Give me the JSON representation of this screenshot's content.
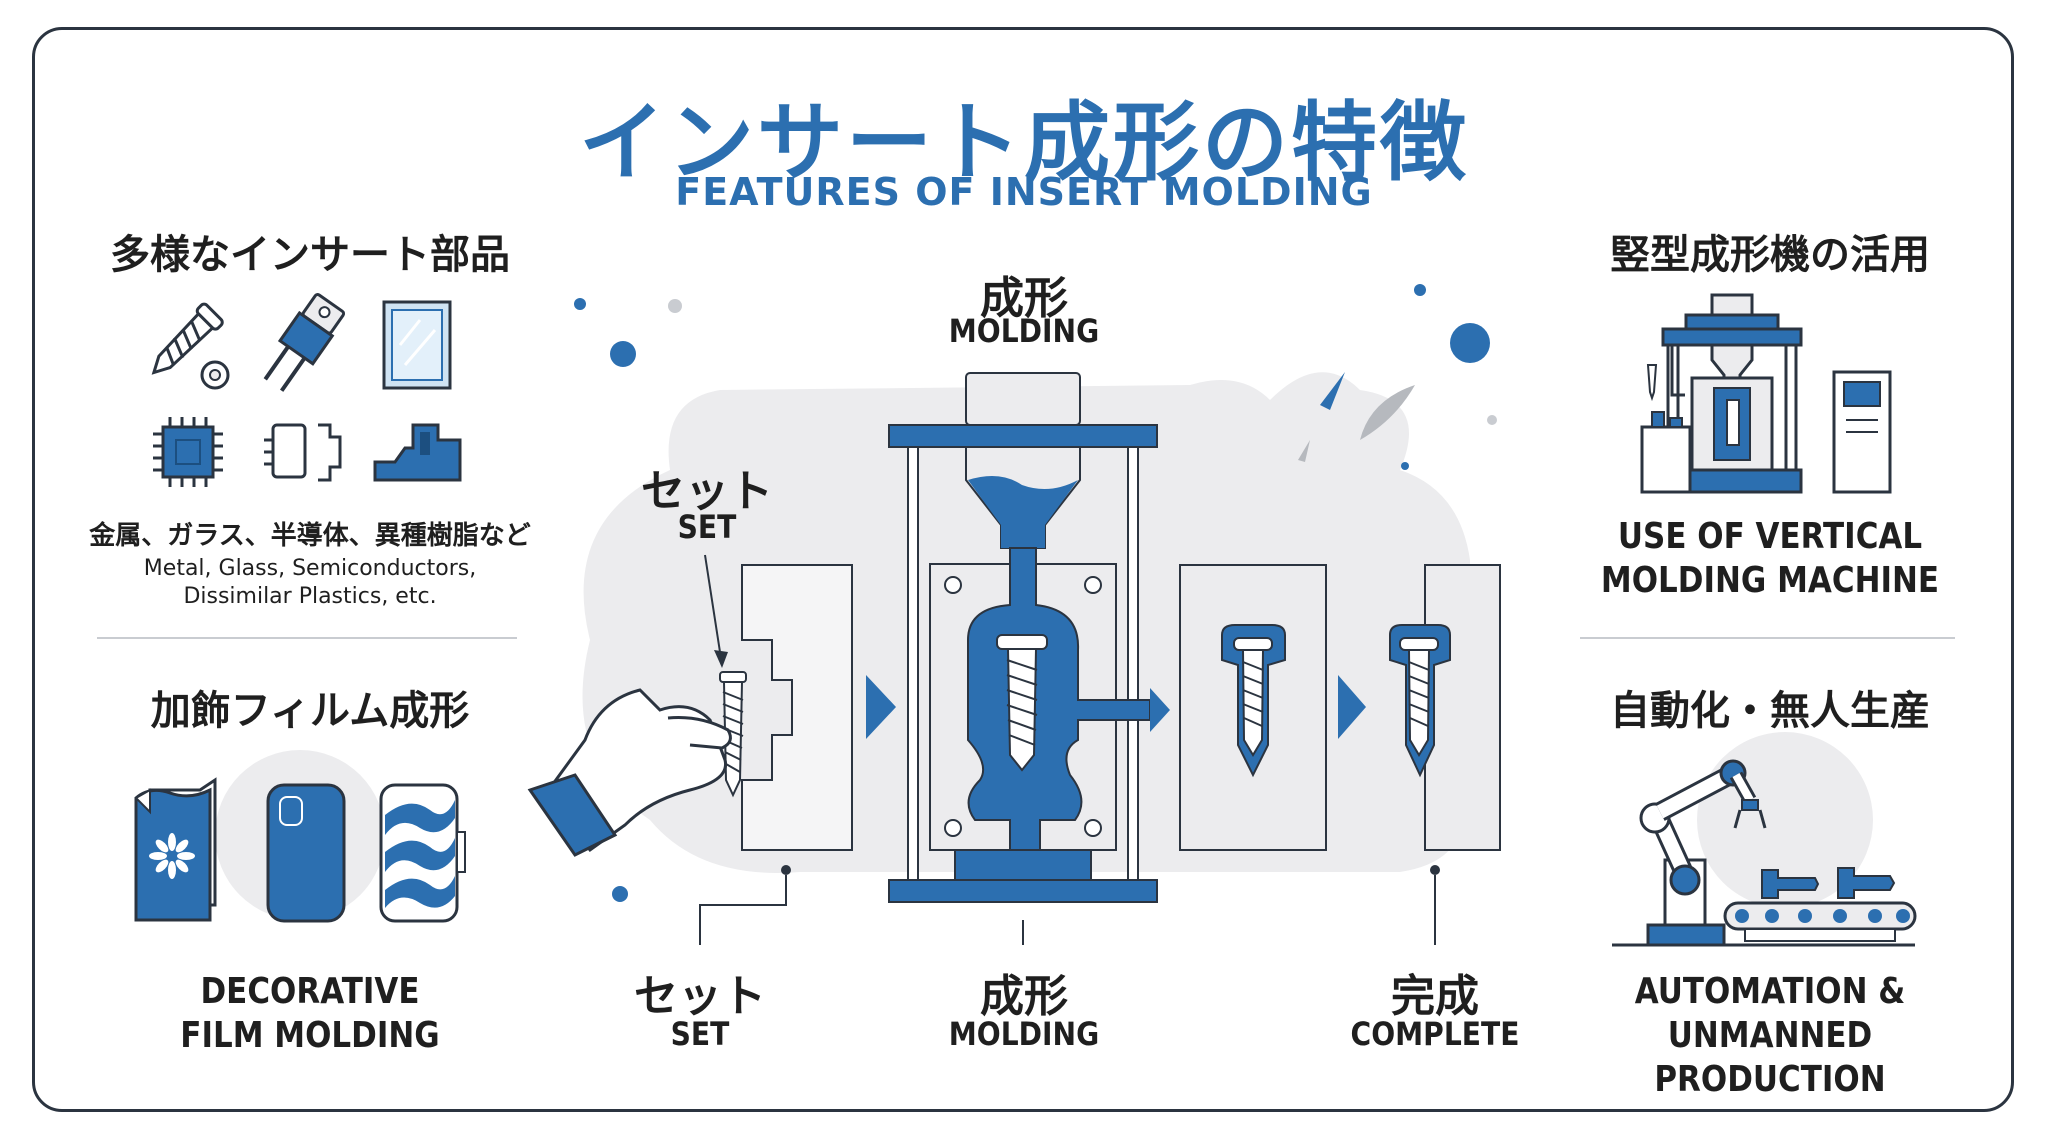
{
  "title": {
    "jp": "インサート成形の特徴",
    "en": "FEATURES OF INSERT MOLDING"
  },
  "left": {
    "parts": {
      "heading": "多様なインサート部品",
      "caption_jp": "金属、ガラス、半導体、異種樹脂など",
      "caption_en_1": "Metal, Glass, Semiconductors,",
      "caption_en_2": "Dissimilar Plastics, etc."
    },
    "film": {
      "heading": "加飾フィルム成形",
      "label_1": "DECORATIVE",
      "label_2": "FILM MOLDING"
    }
  },
  "right": {
    "vertical": {
      "heading": "竪型成形機の活用",
      "label_1": "USE OF VERTICAL",
      "label_2": "MOLDING MACHINE"
    },
    "automation": {
      "heading": "自動化・無人生産",
      "label_1": "AUTOMATION &",
      "label_2": "UNMANNED PRODUCTION"
    }
  },
  "center": {
    "top_molding_jp": "成形",
    "top_molding_en": "MOLDING",
    "top_set_jp": "セット",
    "top_set_en": "SET",
    "steps": [
      {
        "jp": "セット",
        "en": "SET"
      },
      {
        "jp": "成形",
        "en": "MOLDING"
      },
      {
        "jp": "完成",
        "en": "COMPLETE"
      }
    ]
  },
  "colors": {
    "primary": "#2c6fb0",
    "dark": "#1f1f1f",
    "panel": "#ececee",
    "line": "#2b3440"
  }
}
